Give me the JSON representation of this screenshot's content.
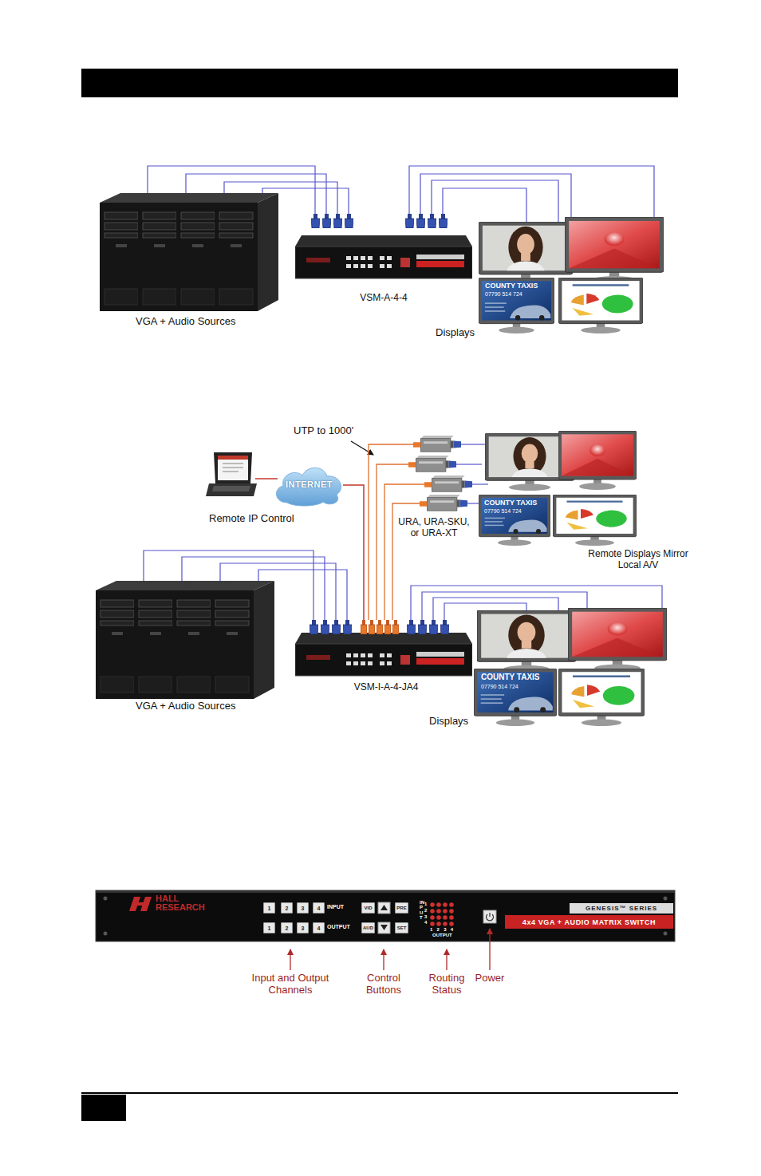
{
  "diagram": {
    "nodes": [
      {
        "text": [
          "INTERNET"
        ]
      },
      {
        "text": [
          "HALL RESEARCH"
        ]
      },
      {
        "text": [
          "1"
        ],
        "in": 1
      },
      {
        "text": [
          "2"
        ],
        "in": 1
      },
      {
        "text": [
          "3"
        ],
        "in": 1
      },
      {
        "text": [
          "4"
        ],
        "in": 1
      },
      {
        "text": [
          "VID"
        ],
        "in": 1
      },
      {
        "text": [
          "PRE"
        ],
        "in": 1
      },
      {
        "text": [
          "1"
        ],
        "in": 1
      },
      {
        "text": [
          "2"
        ],
        "in": 1
      },
      {
        "text": [
          "3"
        ],
        "in": 1
      },
      {
        "text": [
          "4"
        ],
        "in": 1
      },
      {
        "text": [
          "AUD"
        ],
        "in": 1
      },
      {
        "text": [
          "SET"
        ],
        "in": 1
      },
      {
        "text": [
          "GENESIS™ SERIES"
        ],
        "in": 1
      },
      {
        "text": [
          "4x4 VGA + AUDIO MATRIX SWITCH"
        ],
        "in": 1
      }
    ],
    "labels": [
      "VGA + Audio Sources",
      "VSM-A-4-4",
      "COUNTY TAXIS",
      "07790 514 724",
      "Displays",
      "UTP to 1000'",
      "Remote IP Control",
      "COUNTY TAXIS",
      "07790 514 724",
      "URA, URA-SKU, or URA-XT",
      "Remote Displays Mirror Local A/V",
      "VGA + Audio Sources",
      "VSM-I-A-4-JA4",
      "COUNTY TAXIS",
      "07790 514 724",
      "Displays",
      "INPUT",
      "OUTPUT",
      "INPUT",
      "1 2 3 4",
      "1 2 3 4",
      "OUTPUT",
      "Input and Output Channels",
      "Control Buttons",
      "Routing Status",
      "Power"
    ]
  }
}
